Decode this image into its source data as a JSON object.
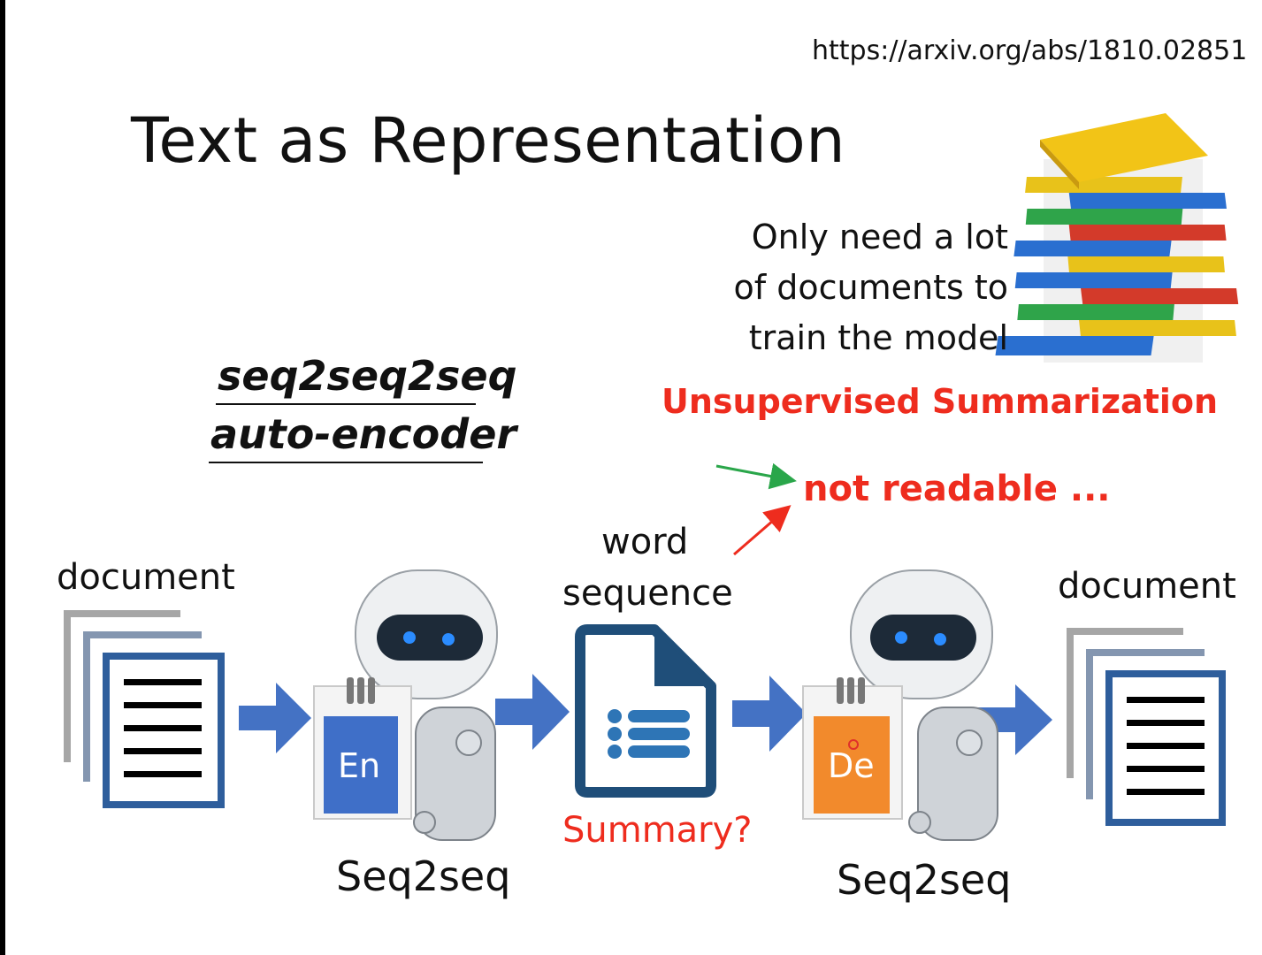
{
  "source_url": "https://arxiv.org/abs/1810.02851",
  "title": "Text as Representation",
  "requirement": {
    "line1": "Only need a lot",
    "line2": "of documents to",
    "line3": "train the model"
  },
  "highlight": "Unsupervised Summarization",
  "method": {
    "line1": "seq2seq2seq",
    "line2": "auto-encoder"
  },
  "annotation": "not readable ...",
  "pipeline": {
    "input_label": "document",
    "encoder_badge": "En",
    "encoder_label": "Seq2seq",
    "middle_label_1": "word",
    "middle_label_2": "sequence",
    "middle_caption": "Summary?",
    "decoder_badge": "De",
    "decoder_label": "Seq2seq",
    "output_label": "document"
  },
  "colors": {
    "red": "#ee2c1e",
    "green": "#2aa64a",
    "arrow_blue": "#4472c4",
    "doc_blue": "#2e5e9c",
    "encoder_badge": "#3f6fc8",
    "decoder_badge": "#f28a2c",
    "summary_icon": "#1f4e79"
  }
}
